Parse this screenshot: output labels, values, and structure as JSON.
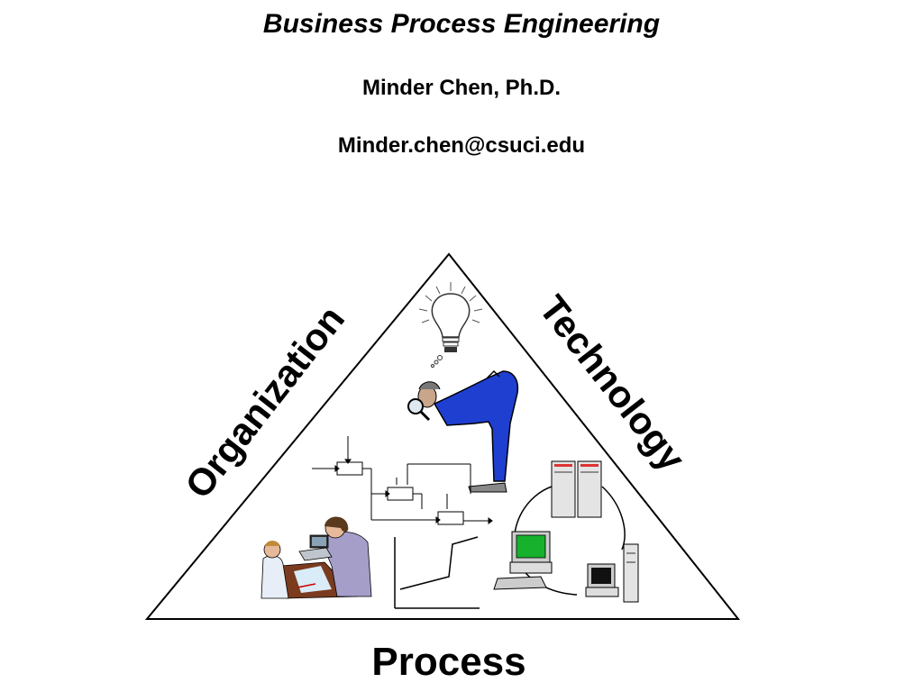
{
  "slide": {
    "title": "Business Process Engineering",
    "author": "Minder Chen, Ph.D.",
    "email": "Minder.chen@csuci.edu"
  },
  "diagram": {
    "left_label": "Organization",
    "right_label": "Technology",
    "bottom_label": "Process",
    "icons": [
      "lightbulb-icon",
      "magnifier-man-icon",
      "process-flowchart-icon",
      "meeting-people-icon",
      "line-graph-icon",
      "computer-network-icon"
    ]
  }
}
